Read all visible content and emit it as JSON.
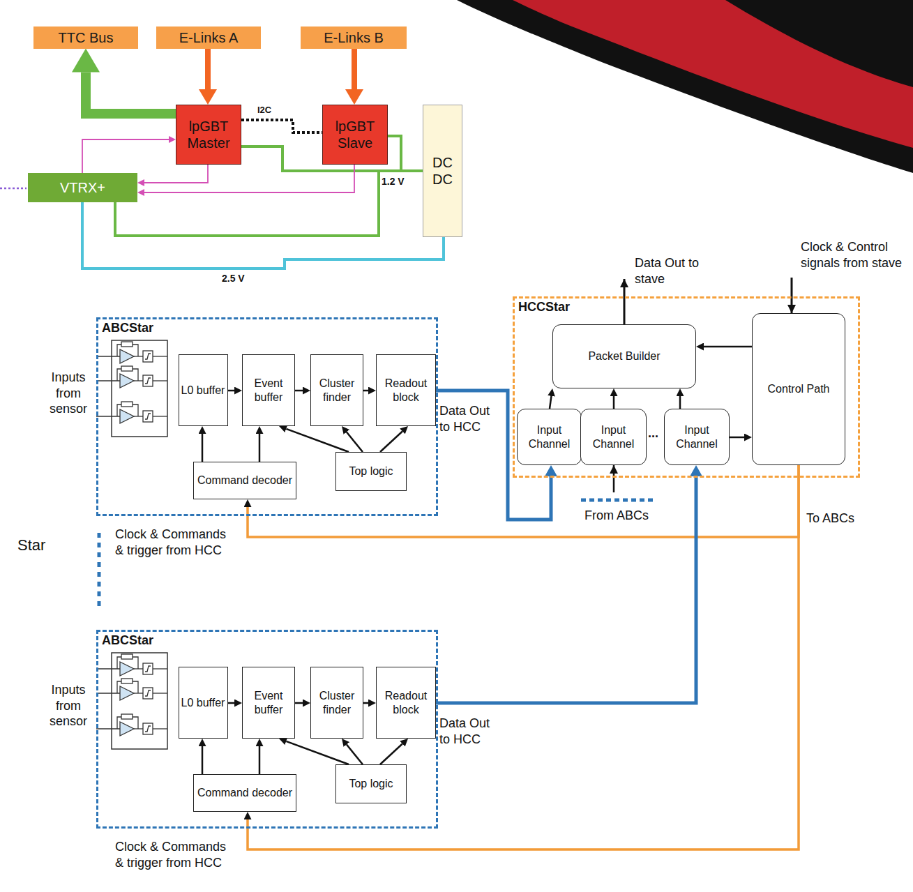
{
  "diagram": {
    "nodes": [
      {
        "text": [
          "TTC Bus"
        ]
      },
      {
        "text": [
          "E-Links A"
        ]
      },
      {
        "text": [
          "E-Links B"
        ]
      },
      {
        "text": [
          "lpGBT Master"
        ]
      },
      {
        "text": [
          "lpGBT Slave"
        ]
      },
      {
        "text": [
          "DC DC"
        ]
      },
      {
        "text": [
          "VTRX+"
        ]
      },
      {
        "text": [
          "ABCStar"
        ]
      },
      {
        "text": [
          "L0 buffer"
        ],
        "in": 7
      },
      {
        "text": [
          "Event buffer"
        ],
        "in": 7
      },
      {
        "text": [
          "Cluster finder"
        ],
        "in": 7
      },
      {
        "text": [
          "Readout block"
        ],
        "in": 7
      },
      {
        "text": [
          "Command decoder"
        ],
        "in": 7
      },
      {
        "text": [
          "Top logic"
        ],
        "in": 7
      },
      {
        "text": [
          "HCCStar"
        ]
      },
      {
        "text": [
          "Packet Builder"
        ],
        "in": 14
      },
      {
        "text": [
          "Input Channel"
        ],
        "in": 14
      },
      {
        "text": [
          "Input Channel"
        ],
        "in": 14
      },
      {
        "text": [
          "Input Channel"
        ],
        "in": 14
      },
      {
        "text": [
          "Control Path"
        ],
        "in": 14
      },
      {
        "text": [
          "ABCStar"
        ]
      },
      {
        "text": [
          "L0 buffer"
        ],
        "in": 20
      },
      {
        "text": [
          "Event buffer"
        ],
        "in": 20
      },
      {
        "text": [
          "Cluster finder"
        ],
        "in": 20
      },
      {
        "text": [
          "Readout block"
        ],
        "in": 20
      },
      {
        "text": [
          "Command decoder"
        ],
        "in": 20
      },
      {
        "text": [
          "Top logic"
        ],
        "in": 20
      }
    ],
    "edges": [
      {
        "from": 3,
        "to": 0,
        "arrow": "to"
      },
      {
        "from": 1,
        "to": 3,
        "arrow": "to"
      },
      {
        "from": 2,
        "to": 4,
        "arrow": "to"
      },
      {
        "from": 3,
        "to": 4,
        "label": "I2C",
        "arrow": "none"
      },
      {
        "from": 5,
        "to": 3,
        "arrow": "none"
      },
      {
        "from": 5,
        "to": 4,
        "arrow": "none"
      },
      {
        "from": 5,
        "to": 6,
        "arrow": "none"
      },
      {
        "from": 5,
        "to": 6,
        "label": "2.5 V",
        "arrow": "none"
      },
      {
        "from": 6,
        "to": 3,
        "arrow": "to"
      },
      {
        "from": 3,
        "to": 6,
        "arrow": "to"
      },
      {
        "from": 4,
        "to": 6,
        "arrow": "to"
      },
      {
        "from": 8,
        "to": 9,
        "arrow": "to"
      },
      {
        "from": 9,
        "to": 10,
        "arrow": "to"
      },
      {
        "from": 10,
        "to": 11,
        "arrow": "to"
      },
      {
        "from": 12,
        "to": 8,
        "arrow": "to"
      },
      {
        "from": 12,
        "to": 9,
        "arrow": "to"
      },
      {
        "from": 13,
        "to": 9,
        "arrow": "to"
      },
      {
        "from": 13,
        "to": 10,
        "arrow": "to"
      },
      {
        "from": 13,
        "to": 11,
        "arrow": "to"
      },
      {
        "from": 11,
        "to": 16,
        "arrow": "to"
      },
      {
        "from": 16,
        "to": 15,
        "arrow": "to"
      },
      {
        "from": 17,
        "to": 15,
        "arrow": "to"
      },
      {
        "from": 18,
        "to": 15,
        "arrow": "to"
      },
      {
        "from": 19,
        "to": 15,
        "arrow": "to"
      },
      {
        "from": 18,
        "to": 19,
        "arrow": "to"
      },
      {
        "from": 19,
        "to": 12,
        "arrow": "to"
      },
      {
        "from": 19,
        "to": 25,
        "arrow": "to"
      },
      {
        "from": 24,
        "to": 18,
        "arrow": "to"
      },
      {
        "from": 21,
        "to": 22,
        "arrow": "to"
      },
      {
        "from": 22,
        "to": 23,
        "arrow": "to"
      },
      {
        "from": 23,
        "to": 24,
        "arrow": "to"
      },
      {
        "from": 25,
        "to": 21,
        "arrow": "to"
      },
      {
        "from": 25,
        "to": 22,
        "arrow": "to"
      },
      {
        "from": 26,
        "to": 22,
        "arrow": "to"
      },
      {
        "from": 26,
        "to": 23,
        "arrow": "to"
      },
      {
        "from": 26,
        "to": 24,
        "arrow": "to"
      }
    ],
    "labels": [
      "1.2 V",
      "Star",
      "Inputs from sensor",
      "Data Out to HCC",
      "Clock & Commands & trigger from HCC",
      "Data Out to stave",
      "Clock & Control signals from stave",
      "...",
      "From ABCs",
      "To ABCs",
      "Inputs from sensor",
      "Data Out to HCC",
      "Clock & Commands & trigger from HCC"
    ]
  }
}
